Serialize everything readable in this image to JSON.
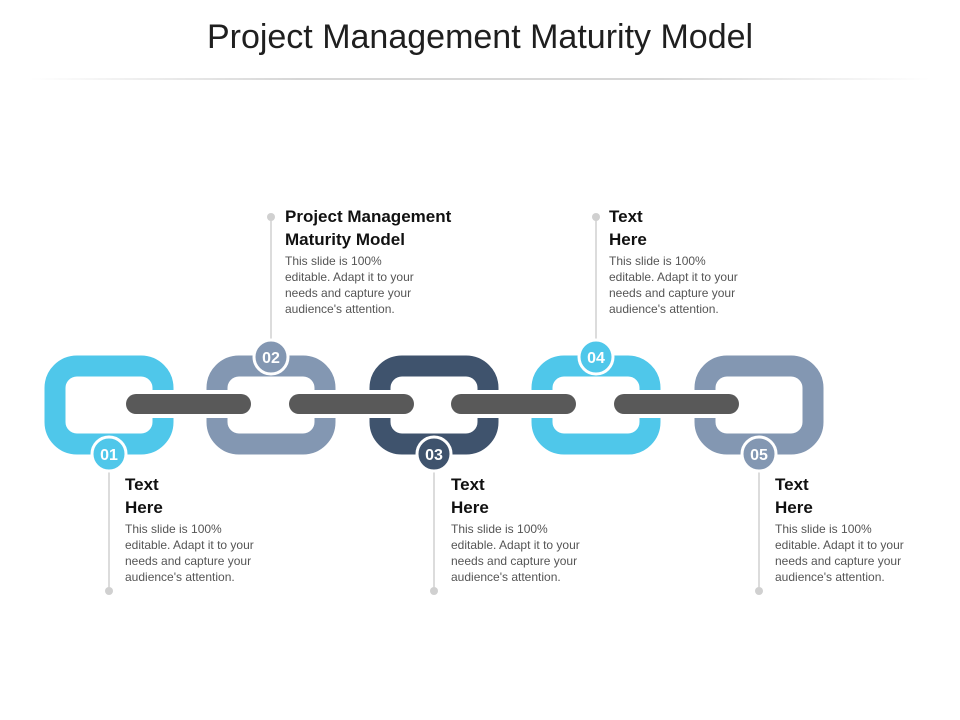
{
  "title": "Project Management Maturity Model",
  "colors": {
    "light_blue": "#4fc7ea",
    "slate_blue": "#8397b2",
    "navy": "#3f536d",
    "connector": "#595959"
  },
  "steps": [
    {
      "number": "01",
      "heading": "Text Here",
      "description": "This slide is 100% editable. Adapt it to your needs and capture your audience's attention."
    },
    {
      "number": "02",
      "heading": "Project Management Maturity Model",
      "description": "This slide is 100% editable. Adapt it to your needs and capture your audience's attention."
    },
    {
      "number": "03",
      "heading": "Text Here",
      "description": "This slide is 100% editable. Adapt it to your needs and capture your audience's attention."
    },
    {
      "number": "04",
      "heading": "Text Here",
      "description": "This slide is 100% editable. Adapt it to your needs and capture your audience's attention."
    },
    {
      "number": "05",
      "heading": "Text Here",
      "description": "This slide is 100% editable. Adapt it to your needs and capture your audience's attention."
    }
  ]
}
